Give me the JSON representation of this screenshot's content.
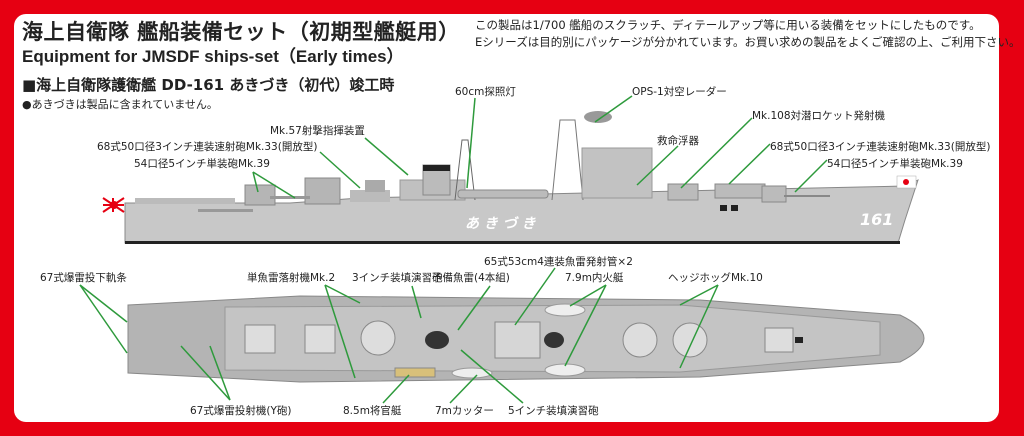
{
  "header": {
    "title_ja": "海上自衛隊 艦船装備セット（初期型艦艇用）",
    "title_en": "Equipment for JMSDF ships-set（Early times）",
    "description_line1": "この製品は1/700 艦船のスクラッチ、ディテールアップ等に用いる装備をセットにしたものです。",
    "description_line2": "Eシリーズは目的別にパッケージが分かれています。お買い求めの製品をよくご確認の上、ご利用下さい。"
  },
  "ship": {
    "subtitle": "■海上自衛隊護衛艦 DD-161 あきづき（初代）竣工時",
    "note": "●あきづきは製品に含まれていません。",
    "hull_name": "あ き づ き",
    "hull_number": "161"
  },
  "side_labels": {
    "searchlight": "60cm探照灯",
    "radar": "OPS-1対空レーダー",
    "fcs": "Mk.57射撃指揮装置",
    "gun3_aft": "68式50口径3インチ連装速射砲Mk.33(開放型)",
    "gun5_aft": "54口径5インチ単装砲Mk.39",
    "liferaft": "救命浮器",
    "asroc": "Mk.108対潜ロケット発射機",
    "gun3_fwd": "68式50口径3インチ連装速射砲Mk.33(開放型)",
    "gun5_fwd": "54口径5インチ単装砲Mk.39"
  },
  "top_labels": {
    "dc_rails": "67式爆雷投下軌条",
    "torpedo_single": "単魚雷落射機Mk.2",
    "loader3": "3インチ装填演習砲",
    "spare_torpedo": "予備魚雷(4本組)",
    "torpedo_tubes": "65式53cm4連装魚雷発射管×2",
    "motorboat": "7.9m内火艇",
    "hedgehog": "ヘッジホッグMk.10",
    "y_gun": "67式爆雷投射機(Y砲)",
    "admiral_barge": "8.5m将官艇",
    "cutter": "7mカッター",
    "loader5": "5インチ装填演習砲"
  },
  "colors": {
    "frame": "#e60012",
    "hull": "#c8c8c8",
    "leader": "#2e9a3c"
  }
}
